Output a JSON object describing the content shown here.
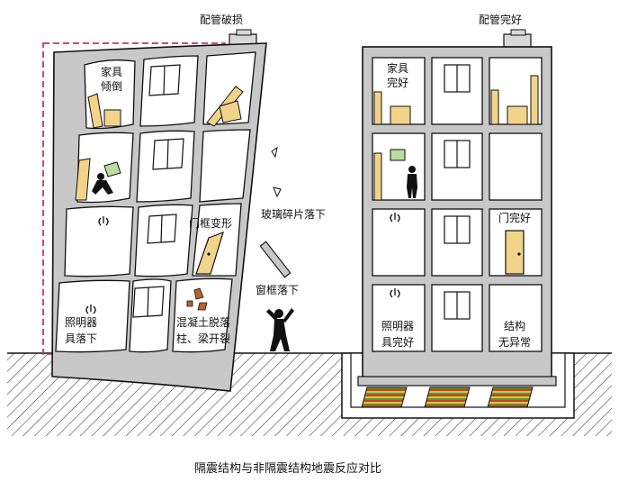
{
  "caption": "隔震结构与非隔震结构地震反应对比",
  "left_building": {
    "pipe_label": "配管破损",
    "furniture_label": [
      "家具",
      "倾倒"
    ],
    "door_label": "门框变形",
    "light_label": [
      "照明器",
      "具落下"
    ],
    "concrete_label": [
      "混凝土脱落",
      "柱、梁开裂"
    ],
    "glass_label": "玻璃碎片落下",
    "frame_label": "窗框落下"
  },
  "right_building": {
    "pipe_label": "配管完好",
    "furniture_label": [
      "家具",
      "完好"
    ],
    "door_label": "门完好",
    "light_label": [
      "照明器",
      "具完好"
    ],
    "structure_label": [
      "结构",
      "无异常"
    ]
  },
  "colors": {
    "wall": "#c8c8c8",
    "room": "#ffffff",
    "outline": "#111111",
    "furniture": "#f2d38a",
    "dashed_outline": "#c2336f",
    "ground_hatch": "#333333",
    "isolator_red": "#d13b2a",
    "isolator_green": "#4e9a3a",
    "isolator_yellow": "#e7c238",
    "debris": "#b8642b"
  }
}
